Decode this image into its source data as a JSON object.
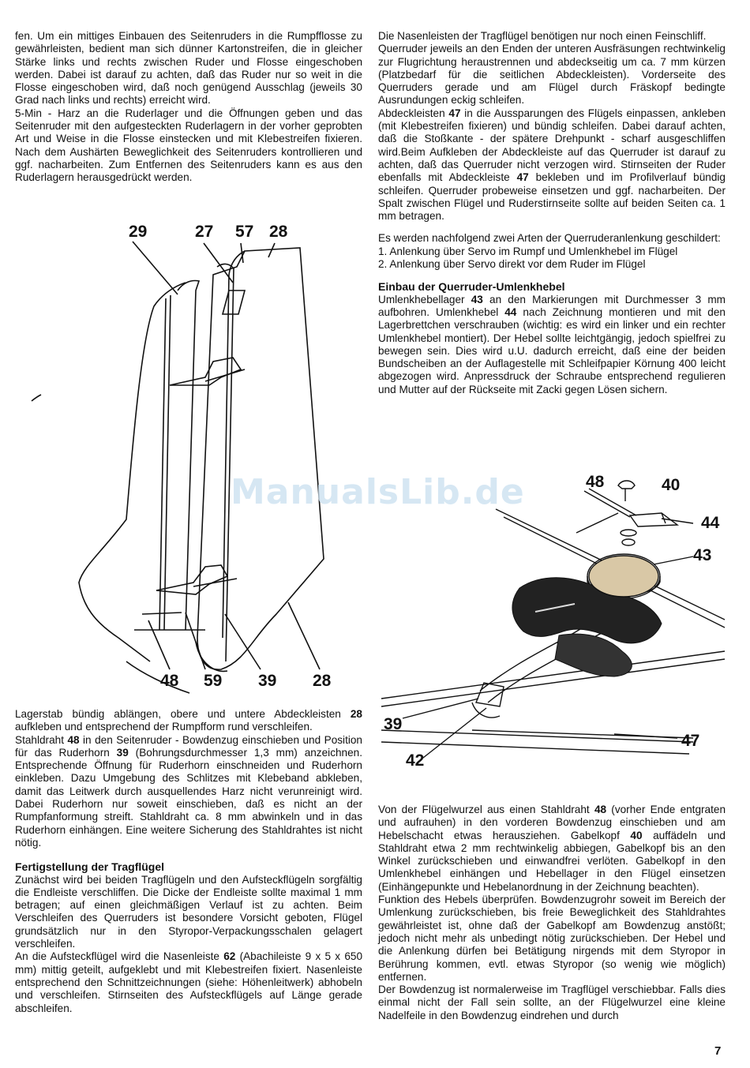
{
  "left": {
    "p1": "fen. Um ein mittiges Einbauen des Seitenruders in die Rumpfflosse zu gewährleisten, bedient man sich dünner Kartonstreifen, die in gleicher Stärke links und rechts zwischen Ruder und Flosse eingeschoben werden. Dabei ist darauf zu achten, daß das Ruder nur so weit in die Flosse eingeschoben wird, daß noch genügend Ausschlag (jeweils 30 Grad nach links und rechts) erreicht wird.",
    "p2": "5-Min - Harz an die Ruderlager und die Öffnungen geben und das Seitenruder mit den aufgesteckten Ruderlagern in der vorher geprobten Art und Weise in die Flosse einstecken und mit Klebestreifen fixieren. Nach dem Aushärten Beweglichkeit des Seitenruders kontrollieren und ggf. nacharbeiten. Zum Entfernen des Seitenruders kann es aus den Ruderlagern herausgedrückt werden.",
    "p3_pre": "Lagerstab bündig ablängen, obere und untere Abdeckleisten ",
    "p3_num": "28",
    "p3_post": " aufkleben und entsprechend der Rumpfform rund verschleifen.",
    "p4_a": "Stahldraht ",
    "p4_n1": "48",
    "p4_b": " in den Seitenruder - Bowdenzug einschieben und Position für das Ruderhorn ",
    "p4_n2": "39",
    "p4_c": " (Bohrungsdurchmesser 1,3 mm) anzeichnen. Entsprechende Öffnung für Ruderhorn einschneiden und Ruderhorn einkleben. Dazu Umgebung des Schlitzes mit Klebeband abkleben, damit das Leitwerk durch ausquellendes Harz nicht verunreinigt wird. Dabei Ruderhorn nur soweit einschieben, daß es nicht an der Rumpfanformung streift. Stahldraht ca. 8 mm abwinkeln und in das Ruderhorn einhängen. Eine weitere Sicherung des Stahldrahtes ist nicht nötig.",
    "heading": "Fertigstellung der Tragflügel",
    "p5": "Zunächst wird bei beiden Tragflügeln und den Aufsteckflügeln sorgfältig die Endleiste verschliffen. Die Dicke der Endleiste sollte maximal 1 mm betragen; auf einen gleichmäßigen Verlauf ist zu achten. Beim Verschleifen des Querruders ist besondere Vorsicht geboten, Flügel grundsätzlich nur in den Styropor-Verpackungsschalen gelagert verschleifen.",
    "p6_a": "An die Aufsteckflügel wird die Nasenleiste ",
    "p6_n": "62",
    "p6_b": " (Abachileiste 9 x 5 x 650 mm) mittig geteilt, aufgeklebt und mit Klebestreifen fixiert. Nasenleiste entsprechend den Schnittzeichnungen (siehe: Höhenleitwerk) abhobeln und verschleifen. Stirnseiten des Aufsteckflügels auf Länge gerade abschleifen."
  },
  "right": {
    "p1": "Die Nasenleisten der Tragflügel benötigen nur noch einen Feinschliff.",
    "p2": "Querruder jeweils an den Enden der unteren Ausfräsungen rechtwinkelig zur Flugrichtung heraustrennen und abdeckseitig um ca. 7 mm kürzen (Platzbedarf für die seitlichen Abdeckleisten). Vorderseite des Querruders gerade und am Flügel durch Fräskopf bedingte Ausrundungen eckig schleifen.",
    "p3_a": "Abdeckleisten ",
    "p3_n1": "47",
    "p3_b": " in die Aussparungen des Flügels einpassen, ankleben (mit Klebestreifen fixieren) und bündig schleifen. Dabei darauf achten, daß die Stoßkante - der spätere Drehpunkt - scharf ausgeschliffen wird.Beim Aufkleben der Abdeckleiste auf das Querruder ist darauf zu achten, daß das Querruder nicht verzogen wird. Stirnseiten der Ruder ebenfalls mit Abdeckleiste ",
    "p3_n2": "47",
    "p3_c": " bekleben und im Profilverlauf bündig schleifen. Querruder probeweise einsetzen und ggf. nacharbeiten. Der Spalt zwischen Flügel und Ruderstirnseite sollte auf beiden Seiten ca. 1 mm betragen.",
    "p4": "Es werden nachfolgend zwei Arten der Querruderanlenkung geschildert:",
    "list": [
      "1. Anlenkung über Servo im Rumpf und Umlenkhebel im Flügel",
      "2. Anlenkung über Servo direkt vor dem Ruder im Flügel"
    ],
    "heading": "Einbau der Querruder-Umlenkhebel",
    "p5_a": "Umlenkhebellager ",
    "p5_n1": "43",
    "p5_b": " an den Markierungen mit Durchmesser 3 mm aufbohren. Umlenkhebel ",
    "p5_n2": "44",
    "p5_c": " nach Zeichnung montieren und mit den Lagerbrettchen verschrauben (wichtig: es wird ein linker und ein rechter Umlenkhebel montiert). Der Hebel sollte leichtgängig, jedoch spielfrei zu bewegen sein. Dies wird u.U. dadurch erreicht, daß eine der beiden Bundscheiben an der Auflagestelle mit Schleifpapier Körnung 400 leicht abgezogen wird. Anpressdruck der Schraube entsprechend regulieren und Mutter auf der Rückseite mit Zacki gegen Lösen sichern.",
    "p6_a": "Von der Flügelwurzel aus einen Stahldraht ",
    "p6_n1": "48",
    "p6_b": " (vorher Ende entgraten und aufrauhen) in den vorderen Bowdenzug einschieben und am Hebelschacht etwas herausziehen. Gabelkopf ",
    "p6_n2": "40",
    "p6_c": " auffädeln und Stahldraht etwa 2 mm rechtwinkelig abbiegen, Gabelkopf bis an den Winkel zurückschieben und einwandfrei verlöten. Gabelkopf in den Umlenkhebel einhängen und Hebellager in den Flügel einsetzen (Einhängepunkte und Hebelanordnung in der Zeichnung beachten).",
    "p7": "Funktion des Hebels überprüfen. Bowdenzugrohr soweit im Bereich der Umlenkung zurückschieben, bis freie Beweglichkeit des Stahldrahtes gewährleistet ist, ohne daß der Gabelkopf am Bowdenzug anstößt; jedoch nicht mehr als unbedingt nötig zurückschieben. Der Hebel und die Anlenkung dürfen bei Betätigung nirgends mit dem Styropor in Berührung kommen, evtl. etwas Styropor (so wenig wie möglich) entfernen.",
    "p8": "Der Bowdenzug ist normalerweise im Tragflügel verschiebbar. Falls dies einmal nicht der Fall sein sollte, an der Flügelwurzel eine kleine Nadelfeile in den Bowdenzug eindrehen und durch"
  },
  "figure1": {
    "labels_top": [
      "29",
      "27",
      "57",
      "28"
    ],
    "labels_bottom": [
      "48",
      "59",
      "39",
      "28"
    ]
  },
  "figure2": {
    "labels": [
      "48",
      "40",
      "44",
      "43",
      "39",
      "42",
      "47"
    ]
  },
  "watermark": "ManualsLib.de",
  "page_number": "7"
}
